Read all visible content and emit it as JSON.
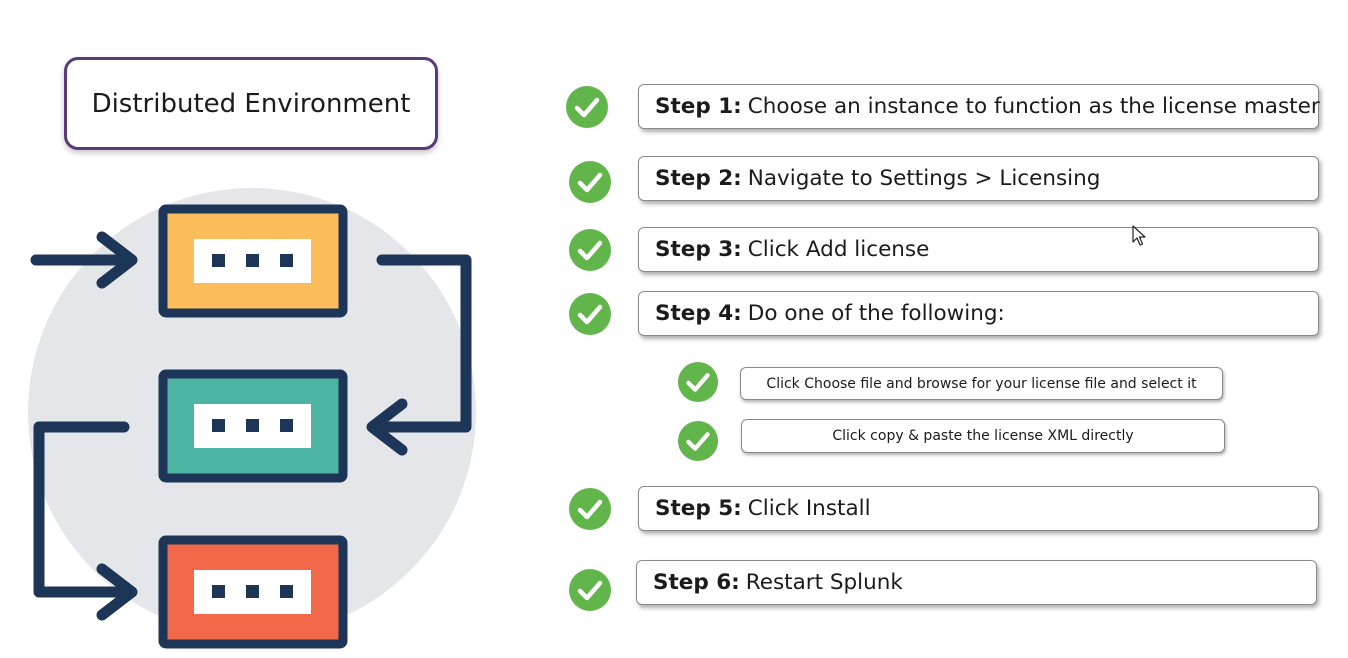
{
  "title": "Distributed Environment",
  "colors": {
    "title_border": "#5b3a78",
    "navy": "#1d3557",
    "circle_bg": "#e4e6ea",
    "box_top": "#fbbd5b",
    "box_middle": "#4db3a2",
    "box_bottom": "#f2694a",
    "check_green": "#62b54a"
  },
  "steps": [
    {
      "label": "Step 1:",
      "text": "Choose an instance to function as the license master"
    },
    {
      "label": "Step 2:",
      "text": "Navigate to Settings > Licensing"
    },
    {
      "label": "Step 3:",
      "text": "Click Add license"
    },
    {
      "label": "Step 4:",
      "text": "Do one of the following:"
    },
    {
      "label": "Step 5:",
      "text": "Click Install"
    },
    {
      "label": "Step 6:",
      "text": "Restart Splunk"
    }
  ],
  "substeps": [
    {
      "text": "Click Choose file and browse for your license file and select it"
    },
    {
      "text": "Click copy & paste the license XML directly"
    }
  ],
  "icons": {
    "check": "check-circle-icon",
    "cursor": "mouse-pointer-icon",
    "arrow": "arrow-right-icon",
    "server": "server-box-icon"
  }
}
